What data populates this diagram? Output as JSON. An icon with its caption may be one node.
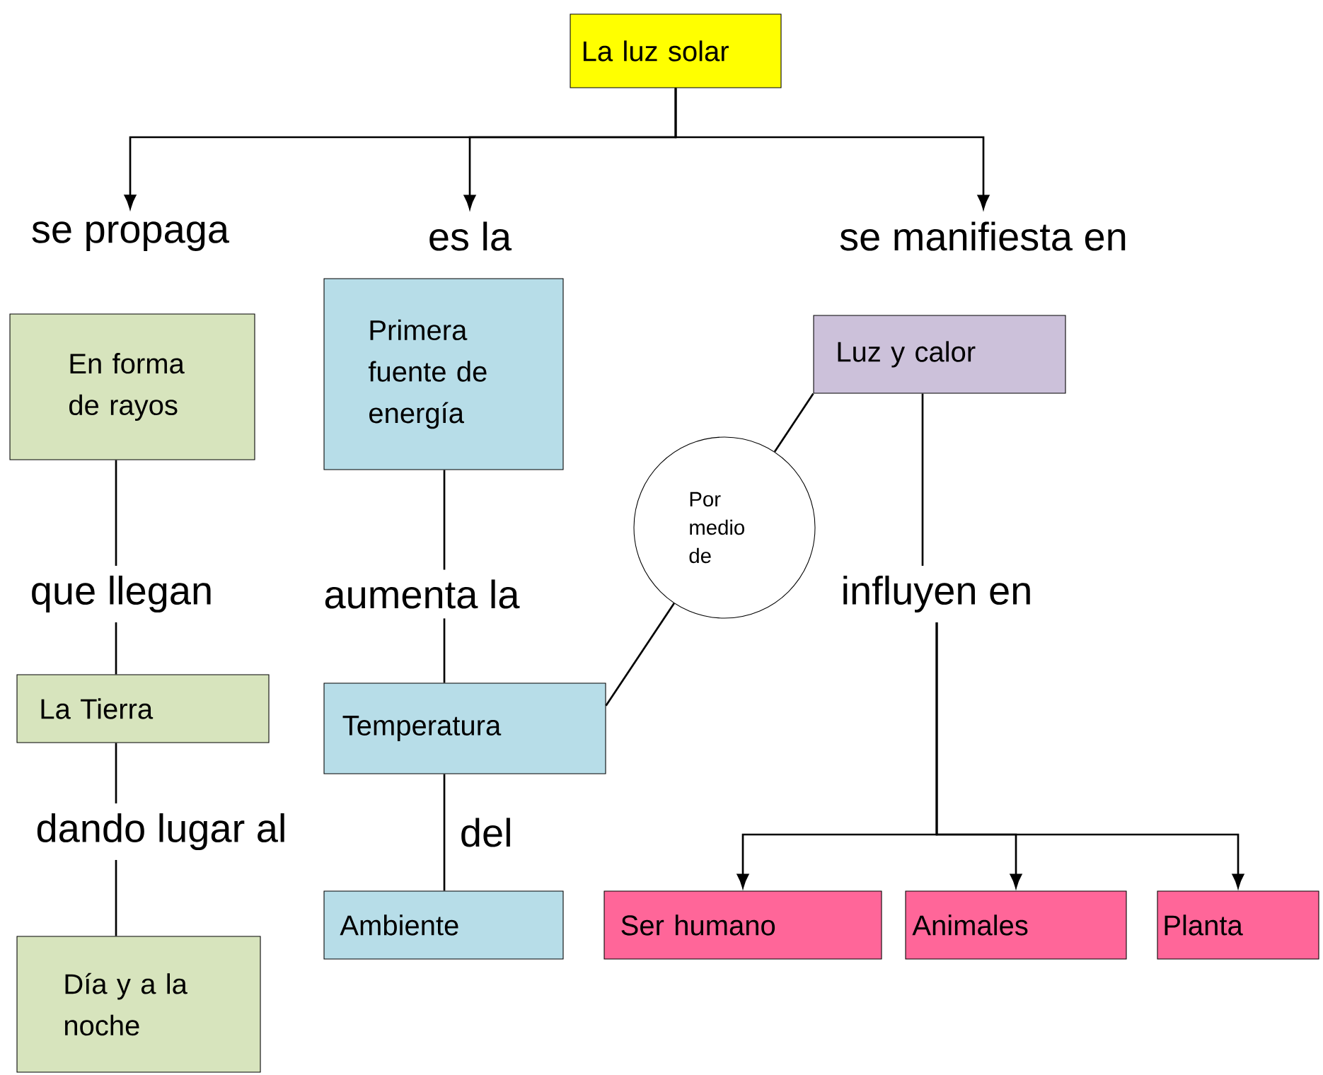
{
  "diagram": {
    "nodes": [
      {
        "text": [
          "La luz solar"
        ]
      },
      {
        "text": [
          "se propaga"
        ]
      },
      {
        "text": [
          "es la"
        ]
      },
      {
        "text": [
          "se manifiesta en"
        ]
      },
      {
        "text": [
          "En forma de rayos"
        ]
      },
      {
        "text": [
          "Primera fuente de energía"
        ]
      },
      {
        "text": [
          "Luz y calor"
        ]
      },
      {
        "text": [
          "Por medio de"
        ]
      },
      {
        "text": [
          "que llegan"
        ]
      },
      {
        "text": [
          "aumenta la"
        ]
      },
      {
        "text": [
          "influyen en"
        ]
      },
      {
        "text": [
          "La Tierra"
        ]
      },
      {
        "text": [
          "Temperatura"
        ]
      },
      {
        "text": [
          "dando lugar al"
        ]
      },
      {
        "text": [
          "Ambiente"
        ]
      },
      {
        "text": [
          "Ser humano"
        ]
      },
      {
        "text": [
          "Animales"
        ]
      },
      {
        "text": [
          "Planta"
        ]
      },
      {
        "text": [
          "Día y a la noche"
        ]
      }
    ],
    "edges": [
      {
        "from": 0,
        "to": 1,
        "arrow": "to"
      },
      {
        "from": 0,
        "to": 2,
        "arrow": "to"
      },
      {
        "from": 0,
        "to": 3,
        "arrow": "to"
      },
      {
        "from": 4,
        "to": 8,
        "arrow": "none"
      },
      {
        "from": 8,
        "to": 11,
        "arrow": "none"
      },
      {
        "from": 11,
        "to": 13,
        "arrow": "none"
      },
      {
        "from": 13,
        "to": 18,
        "arrow": "none"
      },
      {
        "from": 5,
        "to": 9,
        "arrow": "none"
      },
      {
        "from": 9,
        "to": 12,
        "arrow": "none"
      },
      {
        "from": 12,
        "to": 14,
        "arrow": "none",
        "label": "del"
      },
      {
        "from": 6,
        "to": 7,
        "arrow": "none"
      },
      {
        "from": 7,
        "to": 12,
        "arrow": "none"
      },
      {
        "from": 6,
        "to": 10,
        "arrow": "none"
      },
      {
        "from": 10,
        "to": 15,
        "arrow": "to"
      },
      {
        "from": 10,
        "to": 16,
        "arrow": "to"
      },
      {
        "from": 10,
        "to": 17,
        "arrow": "to"
      }
    ]
  }
}
